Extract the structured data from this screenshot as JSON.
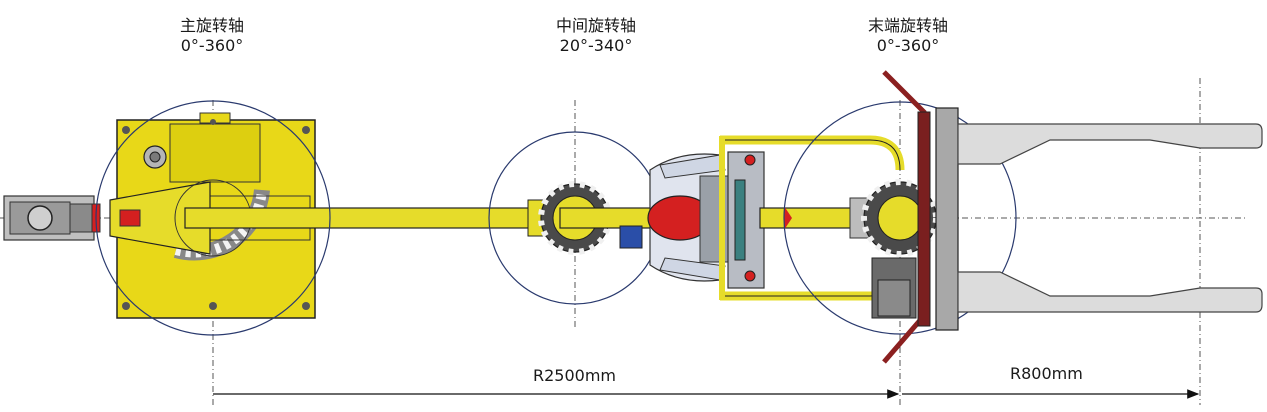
{
  "axes": [
    {
      "name": "主旋转轴",
      "range": "0°-360°"
    },
    {
      "name": "中间旋转轴",
      "range": "20°-340°"
    },
    {
      "name": "末端旋转轴",
      "range": "0°-360°"
    }
  ],
  "dimensions": {
    "reach_main": "R2500mm",
    "reach_end": "R800mm"
  },
  "colors": {
    "base_yellow": "#e8d818",
    "arm_yellow": "#e6dc2a",
    "outline": "#222222",
    "circle": "#2a3a6e",
    "red": "#d42020",
    "blue": "#2a4ea8",
    "grey_fork": "#dcdcdc"
  }
}
